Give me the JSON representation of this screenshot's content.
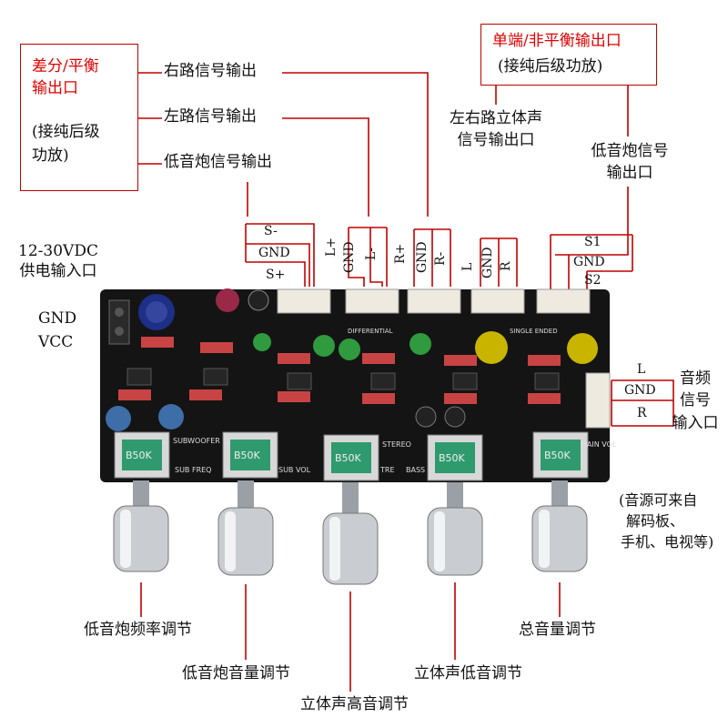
{
  "left_box": {
    "title": "差分/平衡",
    "title2": "输出口",
    "note1": "(接纯后级",
    "note2": "功放)"
  },
  "left_outputs": {
    "right": "右路信号输出",
    "left": "左路信号输出",
    "sub": "低音炮信号输出"
  },
  "right_box": {
    "title": "单端/非平衡输出口",
    "note": "(接纯后级功放)"
  },
  "stereo_out": {
    "line1": "左右路立体声",
    "line2": "信号输出口"
  },
  "sub_out": {
    "line1": "低音炮信号",
    "line2": "输出口"
  },
  "power": {
    "voltage": "12-30VDC",
    "desc": "供电输入口",
    "gnd": "GND",
    "vcc": "VCC"
  },
  "pins": {
    "s_minus": "S-",
    "gnd": "GND",
    "s_plus": "S+",
    "l_plus": "L+",
    "l_minus": "L-",
    "r_plus": "R+",
    "r_minus": "R-",
    "l": "L",
    "r": "R",
    "s1": "S1",
    "s2": "S2"
  },
  "audio_in": {
    "l": "L",
    "gnd": "GND",
    "r": "R",
    "t1": "音频",
    "t2": "信号",
    "t3": "输入口"
  },
  "source_note": {
    "l1": "(音源可来自",
    "l2": "解码板、",
    "l3": "手机、电视等)"
  },
  "knobs": {
    "sub_freq": "低音炮频率调节",
    "sub_vol": "低音炮音量调节",
    "treble": "立体声高音调节",
    "bass": "立体声低音调节",
    "master": "总音量调节"
  },
  "board": {
    "pot_label": "B50K",
    "silk_subwoofer": "SUBWOOFER",
    "silk_sub_freq": "SUB FREQ",
    "silk_sub_vol": "SUB VOL",
    "silk_stereo": "STEREO",
    "silk_tre": "TRE",
    "silk_bass": "BASS",
    "silk_main_vol": "MAIN VOL",
    "silk_differential": "DIFFERENTIAL",
    "silk_single_ended": "SINGLE ENDED"
  },
  "colors": {
    "red_accent": "#e00000",
    "pcb": "#141414",
    "pot_green": "#2f9a6e",
    "knob_silver": "#c9ccd0"
  }
}
